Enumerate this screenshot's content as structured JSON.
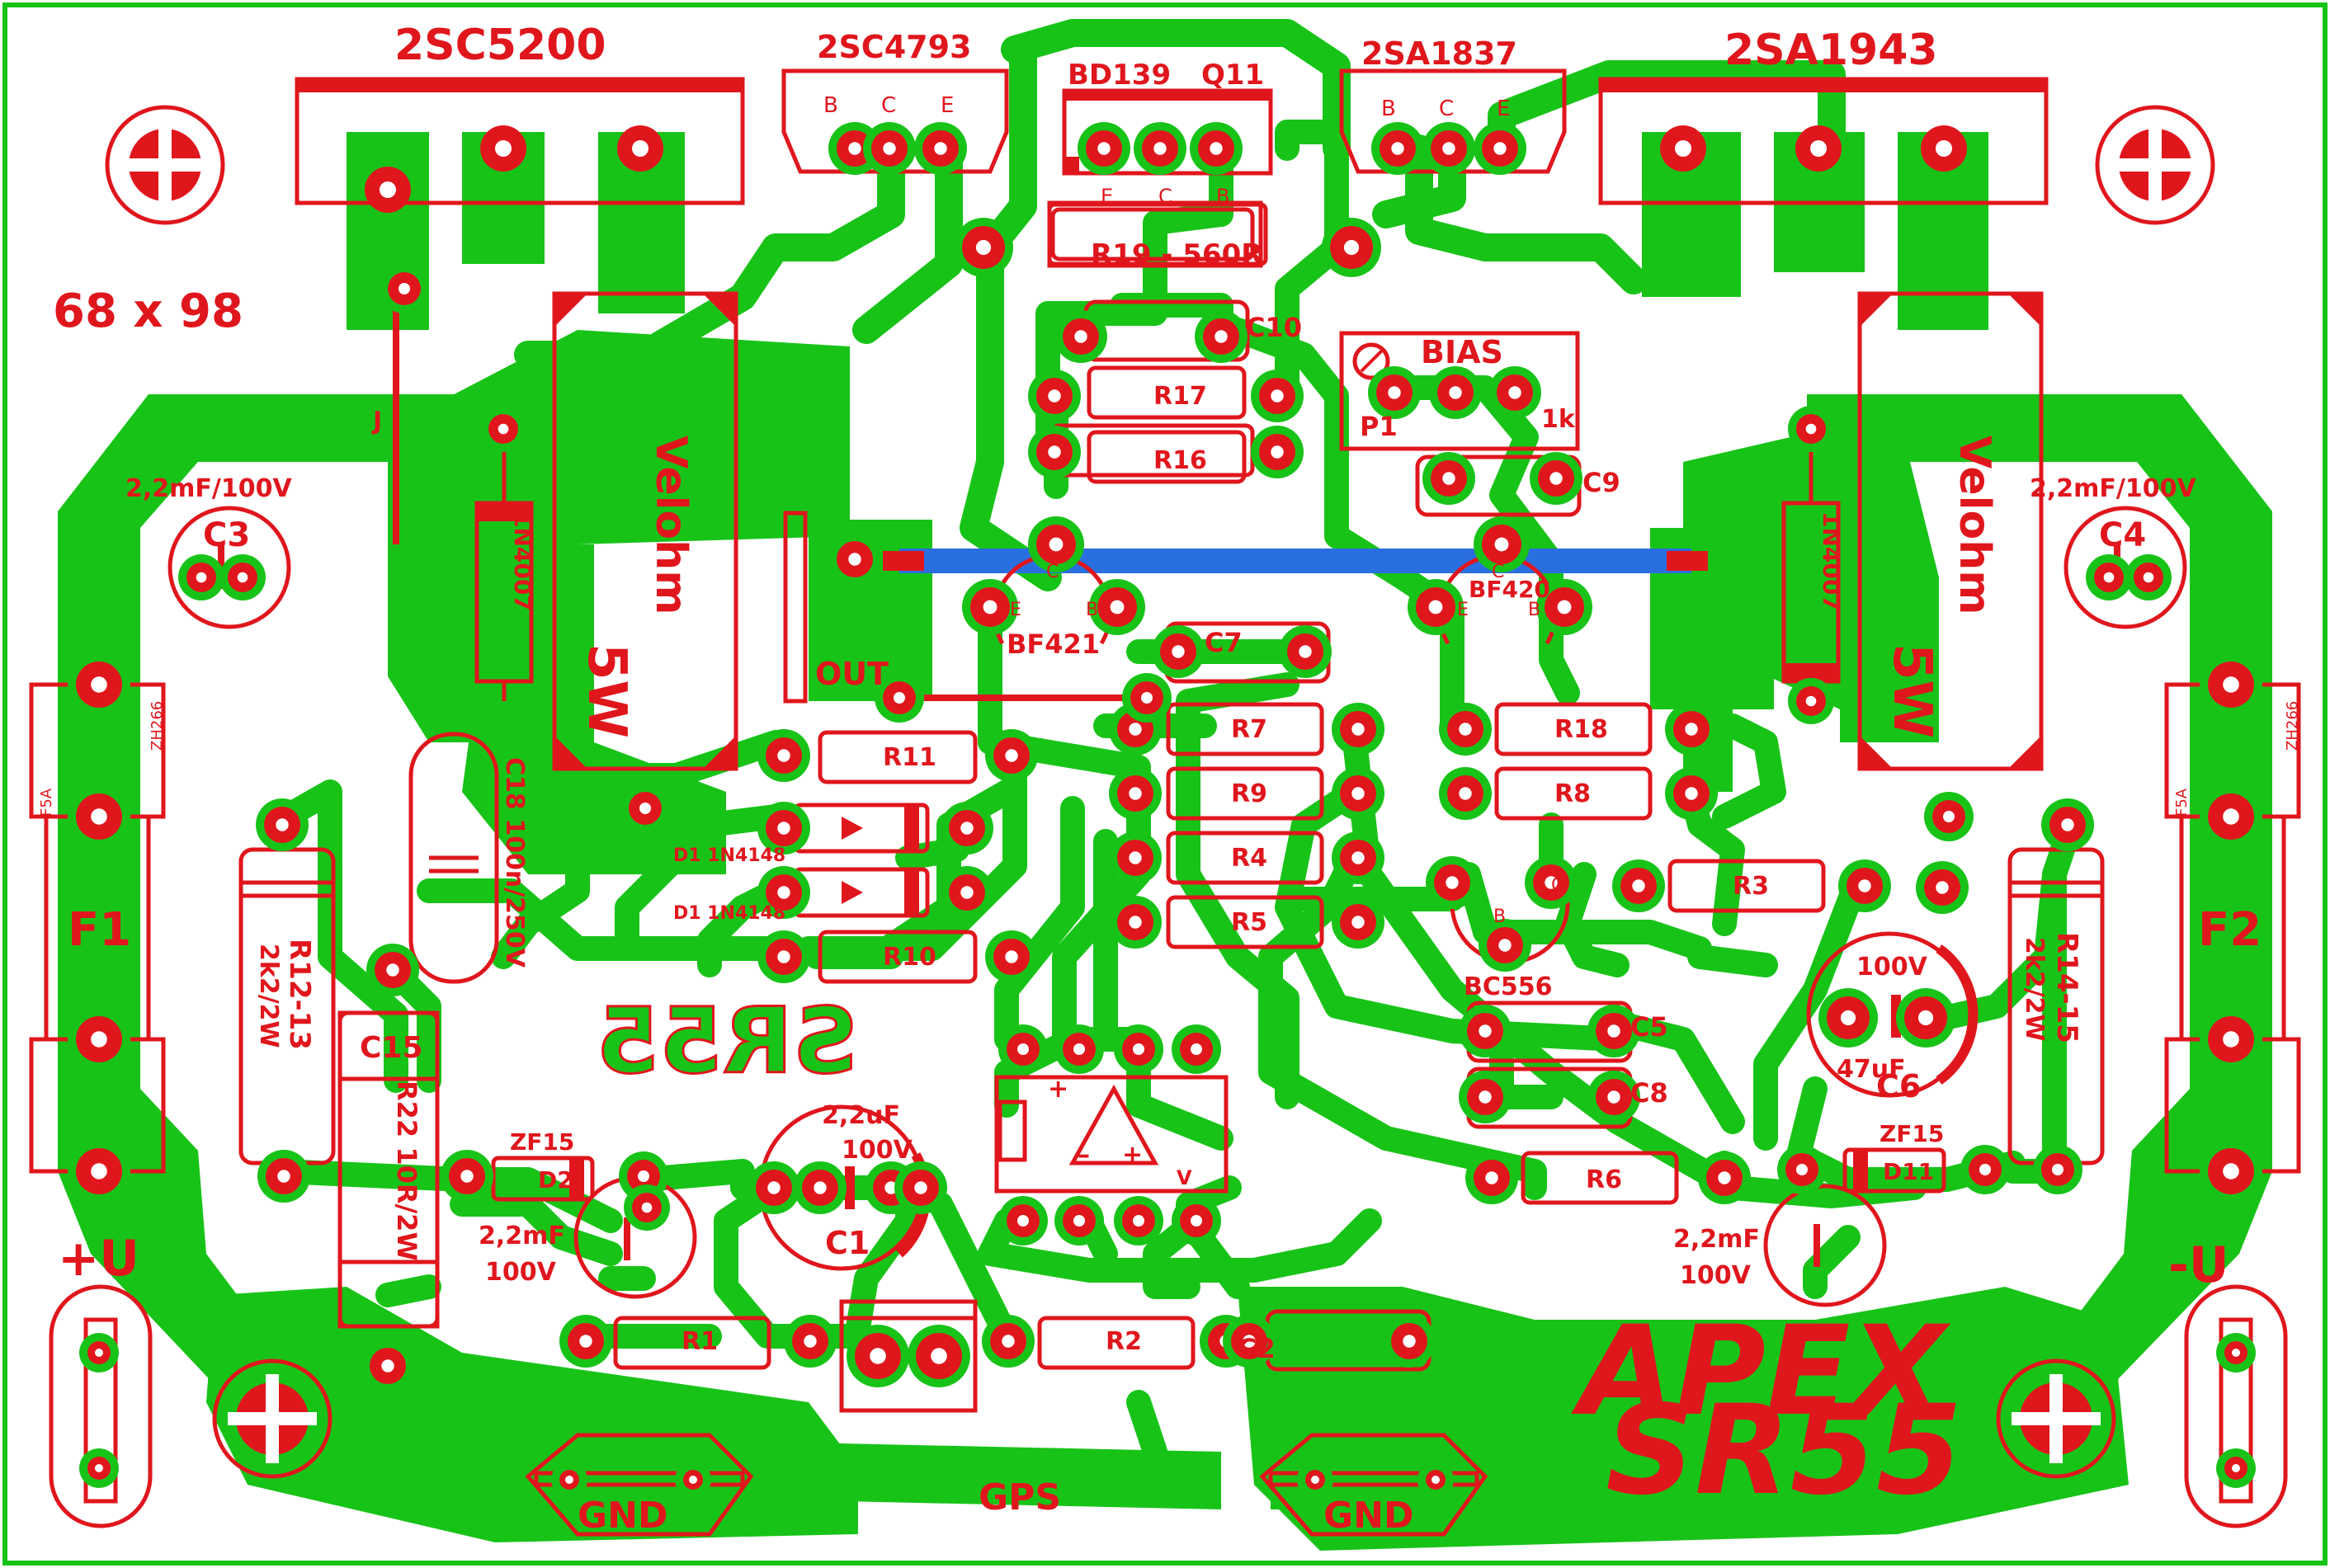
{
  "colors": {
    "copper": "#18c318",
    "silk": "#e0161d",
    "jumper": "#2a6fe0",
    "background": "#ffffff"
  },
  "board": {
    "size": "68 x 98",
    "brand_line1": "APEX",
    "brand_line2": "SR55",
    "mirrored_logo": "SR55",
    "credit": "GPS"
  },
  "transistors": {
    "q_2sc5200": "2SC5200",
    "q_2sa1943": "2SA1943",
    "q_2sc4793": "2SC4793",
    "q_2sa1837": "2SA1837",
    "q_bd139": "BD139",
    "q_q11": "Q11",
    "q_bf421": "BF421",
    "q_bf420": "BF420",
    "q_bc556": "BC556",
    "pin_b": "B",
    "pin_c": "C",
    "pin_e": "E"
  },
  "resistors": {
    "r19": "R19 - 560R",
    "r17": "R17",
    "r16": "R16",
    "r11": "R11",
    "r10": "R10",
    "r7": "R7",
    "r9": "R9",
    "r4": "R4",
    "r5": "R5",
    "r18": "R18",
    "r8": "R8",
    "r3": "R3",
    "r6": "R6",
    "r1": "R1",
    "r2": "R2",
    "r12_13": "R12-13",
    "r12_13_val": "2k2/2W",
    "r14_15": "R14-15",
    "r14_15_val": "2k2/2W",
    "r22": "R22 10R/2W",
    "emitter_left": "Velohm",
    "emitter_left_val": "5W",
    "emitter_right": "Velohm",
    "emitter_right_val": "5W"
  },
  "capacitors": {
    "c10": "C10",
    "c9": "C9",
    "c7": "C7",
    "c5": "C5",
    "c8": "C8",
    "c2": "C2",
    "c3": "C3",
    "c3_val": "2,2mF/100V",
    "c4": "C4",
    "c4_val": "2,2mF/100V",
    "c18": "C18 100n/250V",
    "c15": "C15",
    "c1": "C1",
    "c1_val": "2,2uF",
    "c1_volt": "100V",
    "c6": "C6",
    "c6_val": "47uF",
    "c6_volt": "100V",
    "cz_left_val": "2,2mF",
    "cz_left_volt": "100V",
    "cz_right_val": "2,2mF",
    "cz_right_volt": "100V"
  },
  "diodes": {
    "d1a": "D1 1N4148",
    "d1b": "D1 1N4148",
    "flyback_left": "1N4007",
    "flyback_right": "1N4007",
    "d2": "D2",
    "d2_type": "ZF15",
    "d11": "D11",
    "d11_type": "ZF15"
  },
  "misc": {
    "bias": "BIAS",
    "p1": "P1",
    "p1_val": "1k",
    "out": "OUT",
    "jumper": "J",
    "f1": "F1",
    "f2": "F2",
    "fuse_holder": "ZH266",
    "fuse_rating": "F5A",
    "plus_u": "+U",
    "minus_u": "-U",
    "gnd_left": "GND",
    "gnd_right": "GND",
    "opamp_plus": "+",
    "opamp_minus": "–",
    "opamp_v": "V"
  }
}
